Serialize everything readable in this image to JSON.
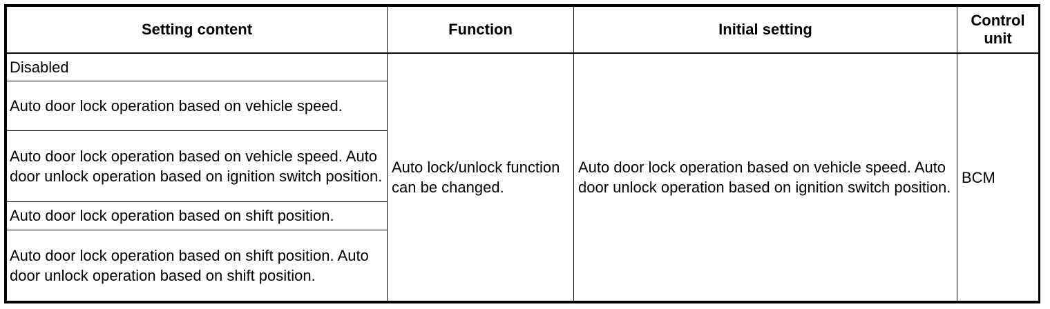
{
  "table": {
    "headers": [
      "Setting content",
      "Function",
      "Initial setting",
      "Control unit"
    ],
    "setting_content": [
      "Disabled",
      "Auto door lock operation based on vehicle speed.",
      "Auto door lock operation based on vehicle speed. Auto door unlock operation based on ignition switch position.",
      "Auto door lock operation based on shift position.",
      "Auto door lock operation based on shift position. Auto door unlock operation based on shift position."
    ],
    "function": "Auto lock/unlock function can be changed.",
    "initial_setting": "Auto door lock operation based on vehicle speed. Auto door unlock operation based on ignition switch position.",
    "control_unit": "BCM"
  }
}
